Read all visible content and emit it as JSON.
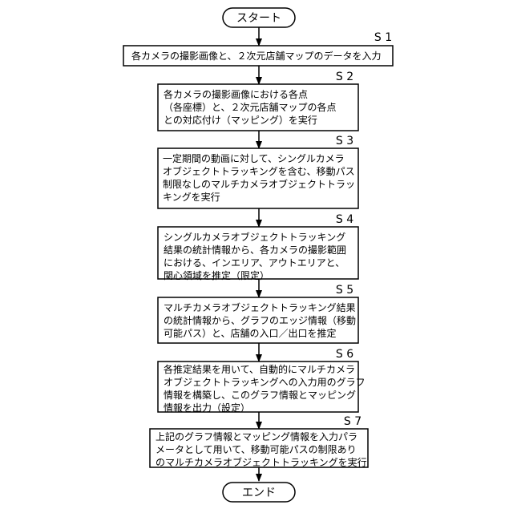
{
  "flowchart": {
    "start_label": "スタート",
    "end_label": "エンド",
    "steps": [
      {
        "id": "S 1",
        "lines": [
          "各カメラの撮影画像と、２次元店舗マップのデータを入力"
        ]
      },
      {
        "id": "S 2",
        "lines": [
          "各カメラの撮影画像における各点",
          "（各座標）と、２次元店舗マップの各点",
          "との対応付け（マッピング）を実行"
        ]
      },
      {
        "id": "S 3",
        "lines": [
          "一定期間の動画に対して、シングルカメラ",
          "オブジェクトトラッキングを含む、移動パス",
          "制限なしのマルチカメラオブジェクトトラッ",
          "キングを実行"
        ]
      },
      {
        "id": "S 4",
        "lines": [
          "シングルカメラオブジェクトトラッキング",
          "結果の統計情報から、各カメラの撮影範囲",
          "における、インエリア、アウトエリアと、",
          "関心領域を推定（限定）"
        ]
      },
      {
        "id": "S 5",
        "lines": [
          "マルチカメラオブジェクトトラッキング結果",
          "の統計情報から、グラフのエッジ情報（移動",
          "可能パス）と、店舗の入口／出口を推定"
        ]
      },
      {
        "id": "S 6",
        "lines": [
          "各推定結果を用いて、自動的にマルチカメラ",
          "オブジェクトトラッキングへの入力用のグラフ",
          "情報を構築し、このグラフ情報とマッピング",
          "情報を出力（設定）"
        ]
      },
      {
        "id": "S 7",
        "lines": [
          "上記のグラフ情報とマッピング情報を入力パラ",
          "メータとして用いて、移動可能パスの制限あり",
          "のマルチカメラオブジェクトトラッキングを実行"
        ]
      }
    ]
  }
}
